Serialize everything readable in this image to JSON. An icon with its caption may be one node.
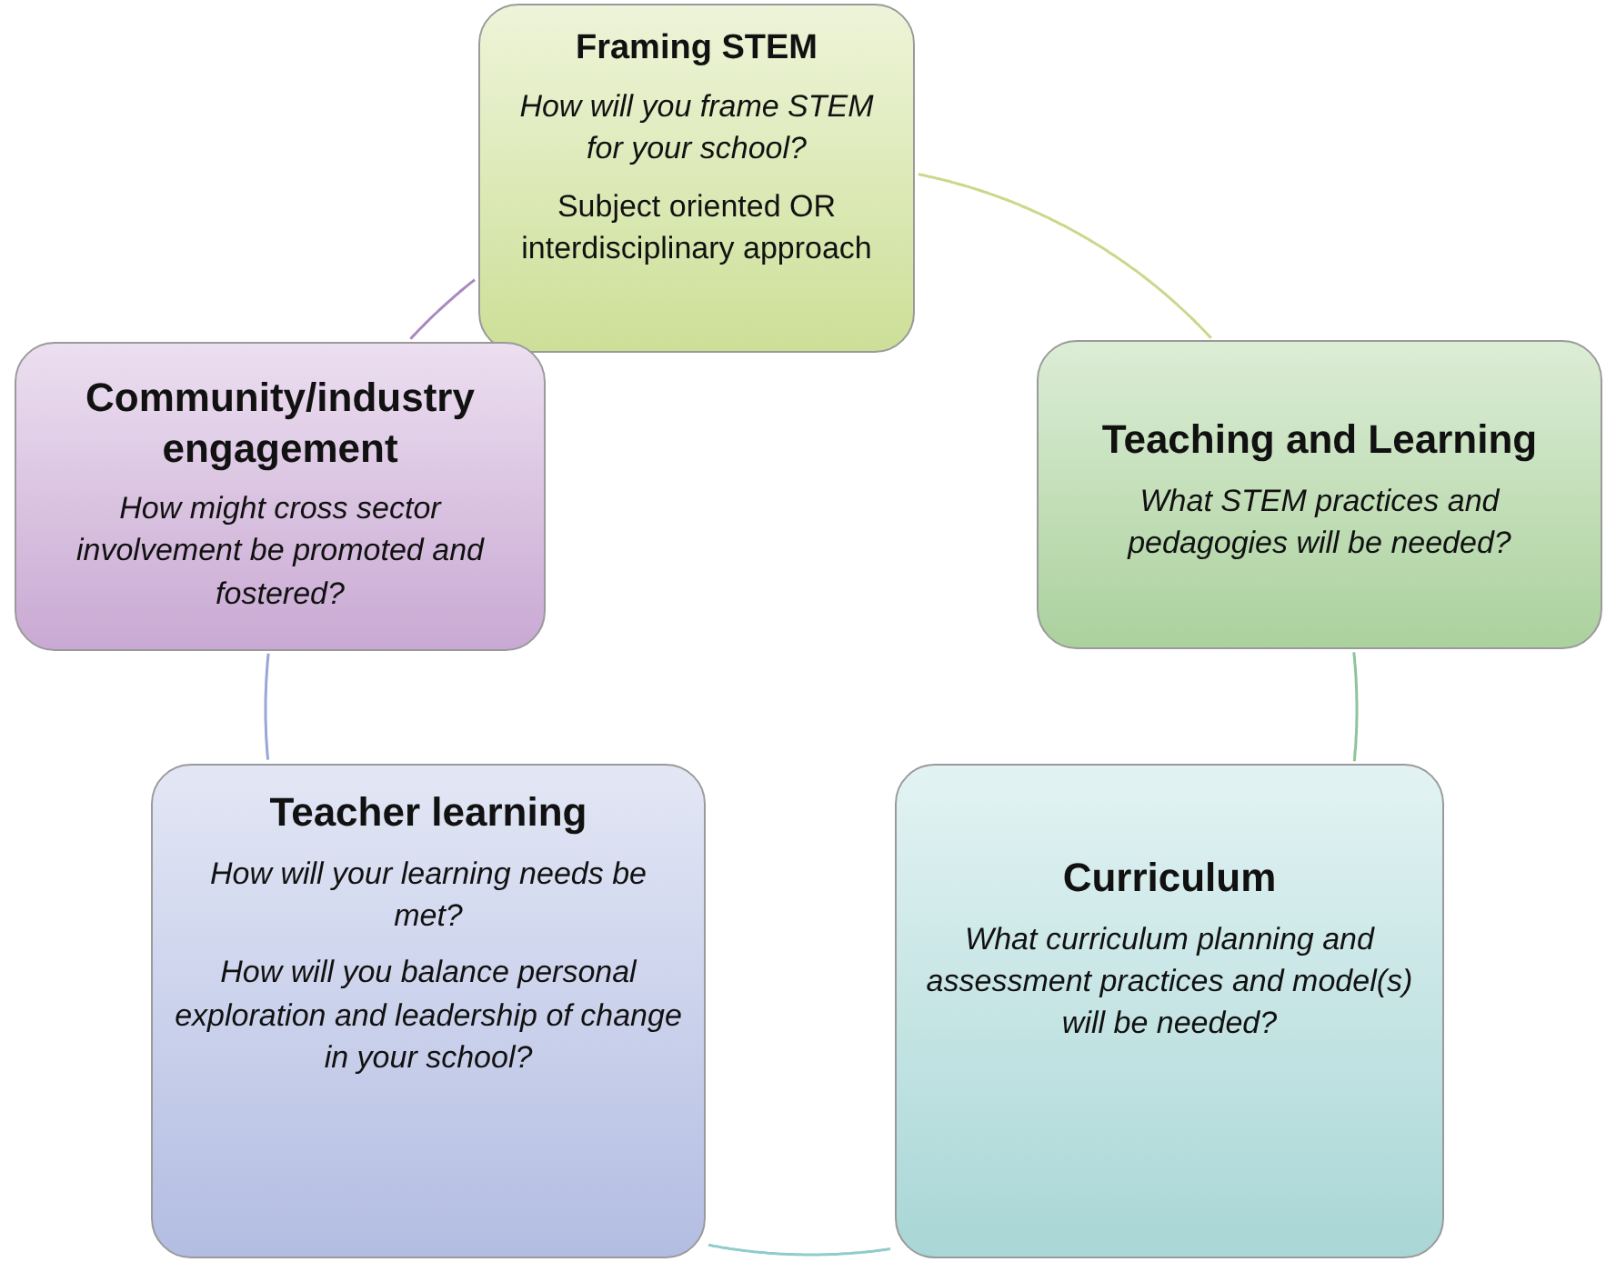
{
  "diagram": {
    "nodes": [
      {
        "text": [
          "Framing STEM",
          "How will you frame STEM for your school?",
          "Subject oriented OR interdisciplinary approach"
        ]
      },
      {
        "text": [
          "Teaching and Learning",
          "What STEM practices and pedagogies will be needed?"
        ]
      },
      {
        "text": [
          "Curriculum",
          "What curriculum planning and assessment practices and model(s) will be needed?"
        ]
      },
      {
        "text": [
          "Teacher learning",
          "How will your learning needs be met?",
          "How will you balance personal exploration and leadership of change in your school?"
        ]
      },
      {
        "text": [
          "Community/industry engagement",
          "*How might cross sector involvement be promoted and fostered*?"
        ]
      }
    ],
    "edges": [
      {
        "from": 0,
        "to": 1,
        "arrow": "none",
        "color": "#c9d98a"
      },
      {
        "from": 1,
        "to": 2,
        "arrow": "none",
        "color": "#8fc49a"
      },
      {
        "from": 2,
        "to": 3,
        "arrow": "none",
        "color": "#8fcccc"
      },
      {
        "from": 3,
        "to": 4,
        "arrow": "none",
        "color": "#9aa6d6"
      },
      {
        "from": 4,
        "to": 0,
        "arrow": "none",
        "color": "#a98ac0"
      }
    ]
  }
}
